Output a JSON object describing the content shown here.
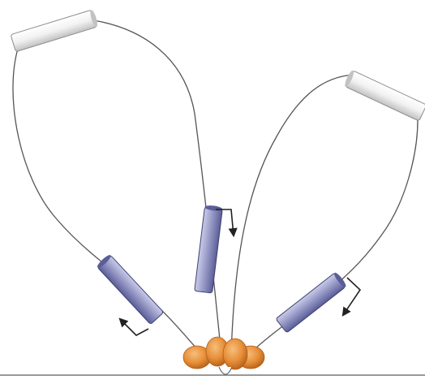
{
  "diagram": {
    "colors": {
      "background": "#ffffff",
      "line": "#555555",
      "baseline": "#777777",
      "arrow": "#222222",
      "gene_fill": "#a4a6d0",
      "gene_shadow": "#5a5e98",
      "gene_highlight": "#c9cbe8",
      "gene_stroke": "#3d4070",
      "end_fill": "#f2f2f2",
      "end_shadow": "#c2c2c2",
      "end_stroke": "#8c8c8c",
      "protein_fill": "#e8903a",
      "protein_shadow": "#b35f18",
      "protein_highlight": "#f6be7c"
    },
    "elements": [
      {
        "id": "left-loop",
        "kind": "loop"
      },
      {
        "id": "right-loop",
        "kind": "loop"
      },
      {
        "id": "left-terminal-cylinder",
        "kind": "end-cylinder"
      },
      {
        "id": "right-terminal-cylinder",
        "kind": "end-cylinder"
      },
      {
        "id": "left-gene-cylinder",
        "kind": "gene-cylinder",
        "arrow": "transcription-arrow"
      },
      {
        "id": "middle-gene-cylinder",
        "kind": "gene-cylinder",
        "arrow": "transcription-arrow"
      },
      {
        "id": "right-gene-cylinder",
        "kind": "gene-cylinder",
        "arrow": "transcription-arrow"
      },
      {
        "id": "protein-complex",
        "kind": "protein-cluster",
        "count": 4
      },
      {
        "id": "baseline",
        "kind": "surface-line"
      }
    ]
  }
}
